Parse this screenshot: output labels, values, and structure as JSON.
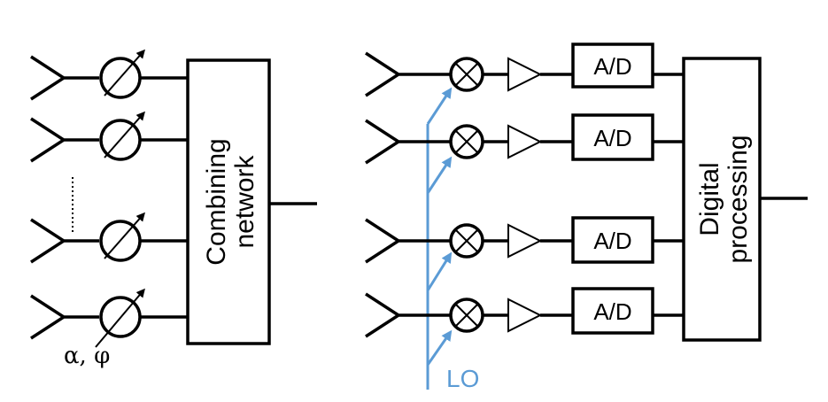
{
  "left": {
    "combiner_label_1": "Combining",
    "combiner_label_2": "network",
    "phase_label": "α, φ"
  },
  "right": {
    "adc_labels": [
      "A/D",
      "A/D",
      "A/D",
      "A/D"
    ],
    "processor_label_1": "Digital",
    "processor_label_2": "processing",
    "lo_label": "LO"
  },
  "colors": {
    "line": "#000000",
    "lo": "#5B9BD5"
  }
}
